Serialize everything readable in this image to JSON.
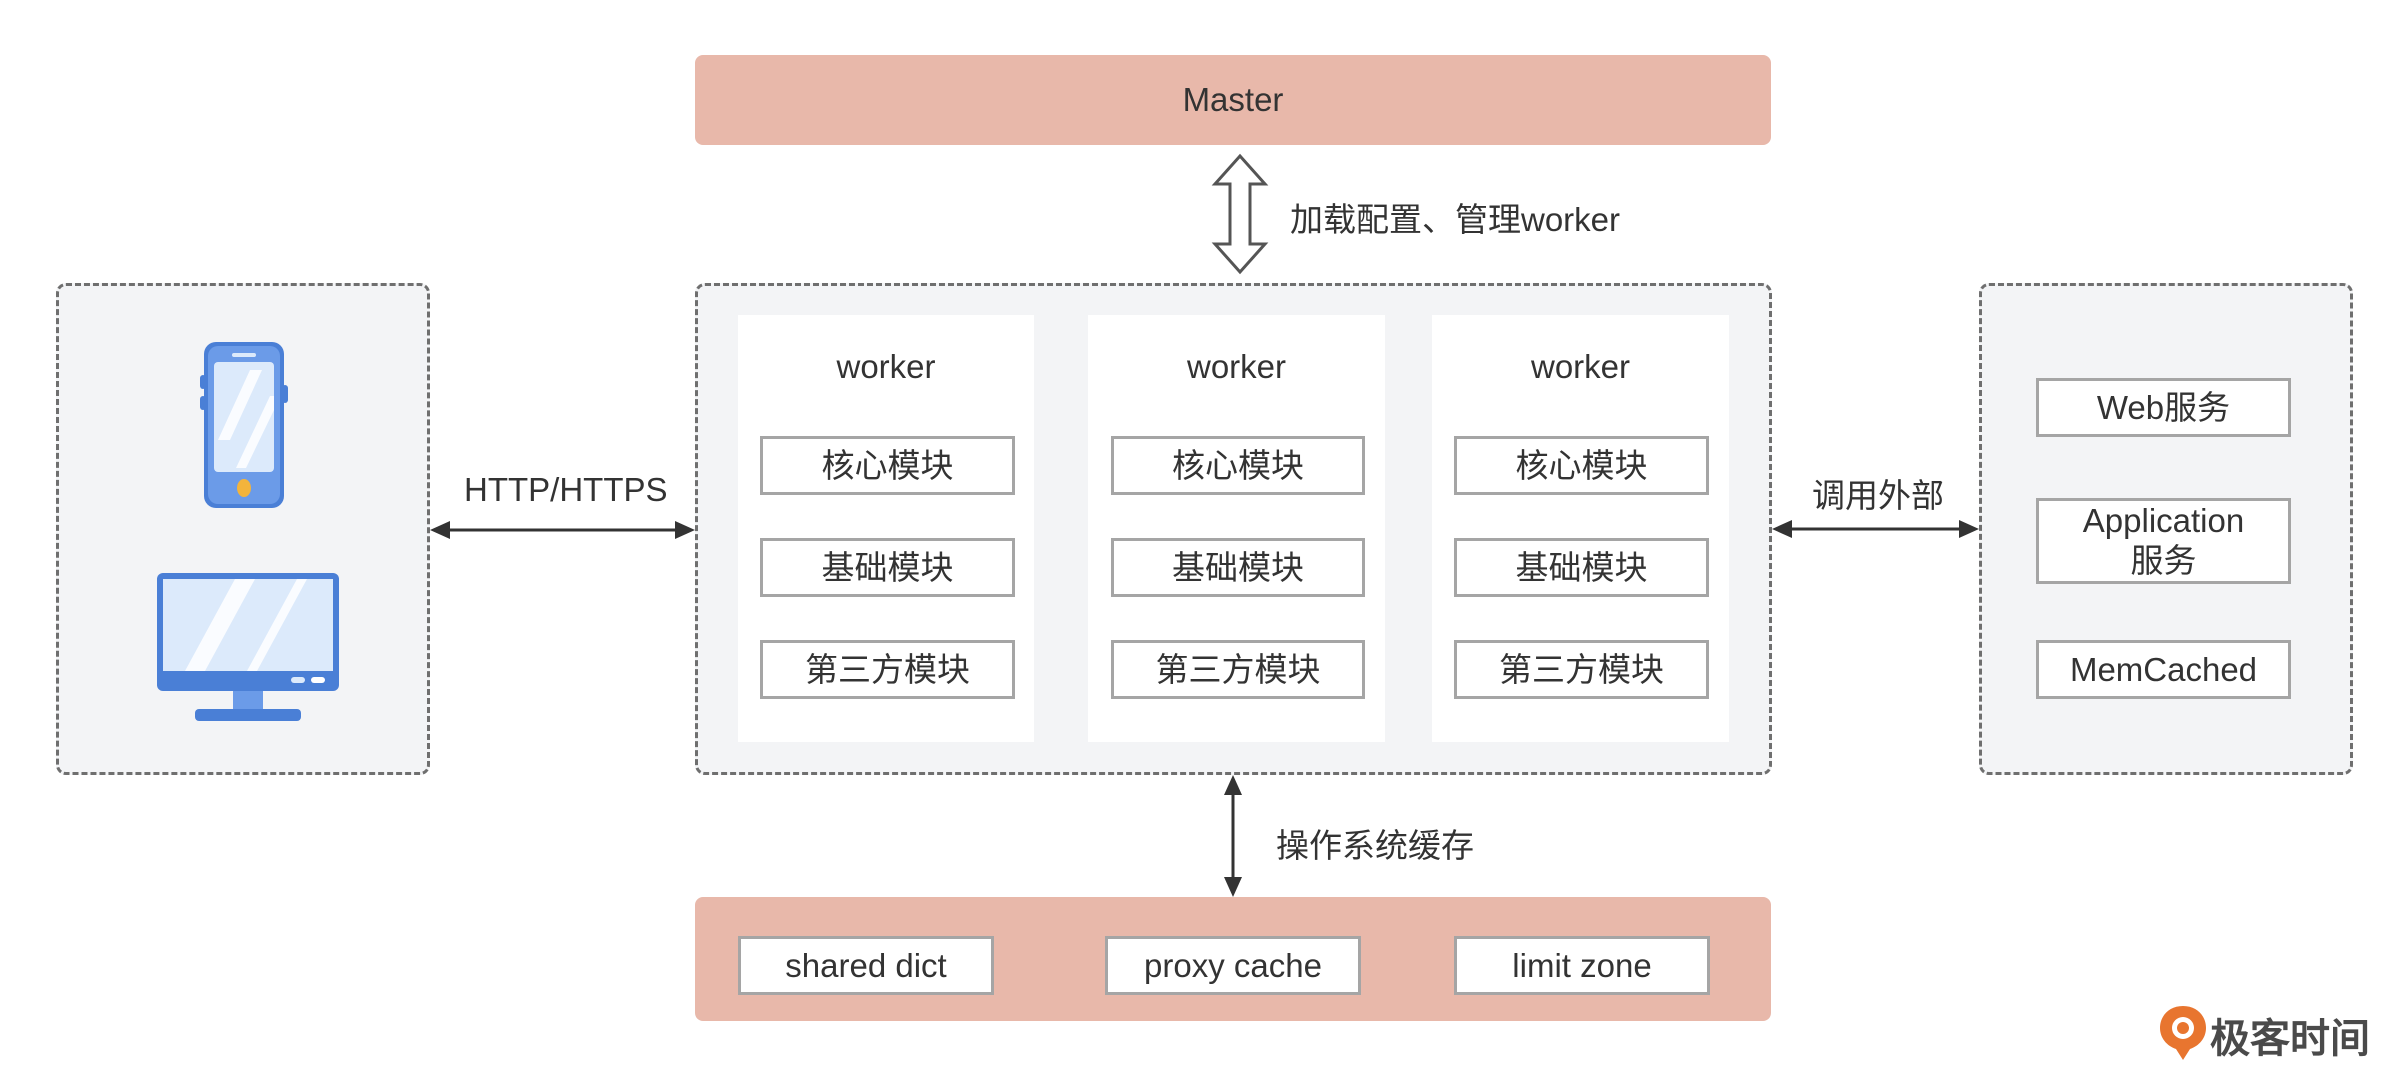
{
  "master": {
    "label": "Master"
  },
  "master_link": {
    "label": "加载配置、管理worker"
  },
  "client_link": {
    "label": "HTTP/HTTPS"
  },
  "external_link": {
    "label": "调用外部"
  },
  "cache_link": {
    "label": "操作系统缓存"
  },
  "workers": [
    {
      "title": "worker",
      "modules": [
        "核心模块",
        "基础模块",
        "第三方模块"
      ]
    },
    {
      "title": "worker",
      "modules": [
        "核心模块",
        "基础模块",
        "第三方模块"
      ]
    },
    {
      "title": "worker",
      "modules": [
        "核心模块",
        "基础模块",
        "第三方模块"
      ]
    }
  ],
  "external_services": [
    "Web服务",
    "Application\n服务",
    "MemCached"
  ],
  "shared_memory": [
    "shared dict",
    "proxy cache",
    "limit zone"
  ],
  "logo": {
    "text": "极客时间"
  },
  "colors": {
    "salmon": "#e8b8aa",
    "panel": "#f3f4f6",
    "phone_blue": "#5b8fe0",
    "logo_orange": "#e8752f"
  }
}
